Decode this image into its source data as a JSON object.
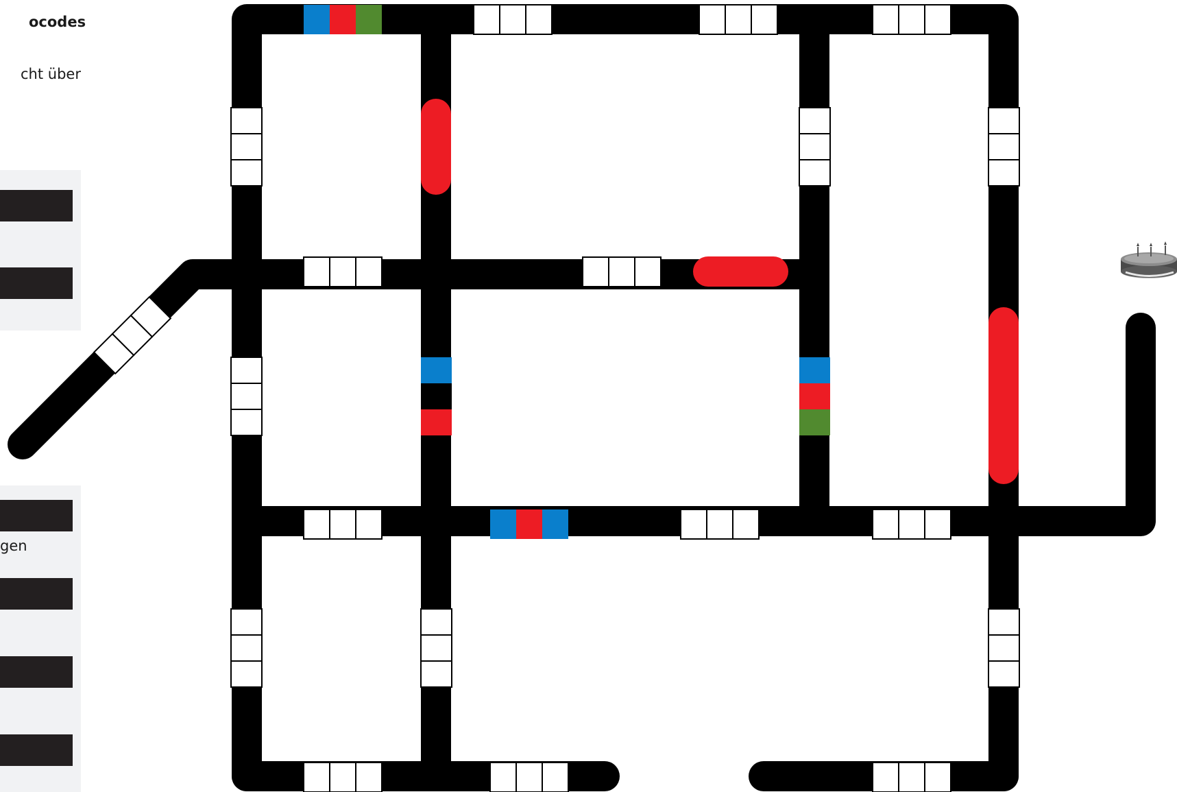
{
  "sidebar": {
    "title_fragment": "ocodes",
    "intro_fragment": "cht über",
    "second_label_fragment": "gen"
  },
  "sidebar_slots": [
    {
      "group": "top"
    },
    {
      "group": "top"
    },
    {
      "group": "bottom"
    },
    {
      "group": "bottom"
    },
    {
      "group": "bottom"
    },
    {
      "group": "bottom"
    }
  ],
  "colors": {
    "track": "#000000",
    "blue": "#0a7fcc",
    "red": "#ed1c24",
    "green": "#518a2f",
    "panel": "#f1f2f4",
    "slot": "#231f20"
  },
  "code_strips": [
    {
      "id": "top-left",
      "colors": [
        "blue",
        "red",
        "green"
      ]
    },
    {
      "id": "center-vertical",
      "colors": [
        "blue",
        "black",
        "red"
      ]
    },
    {
      "id": "right-vertical",
      "colors": [
        "blue",
        "red",
        "green"
      ]
    },
    {
      "id": "bottom-middle",
      "colors": [
        "blue",
        "red",
        "blue"
      ]
    }
  ],
  "icons": {
    "goal": "birthday-cake-icon"
  }
}
